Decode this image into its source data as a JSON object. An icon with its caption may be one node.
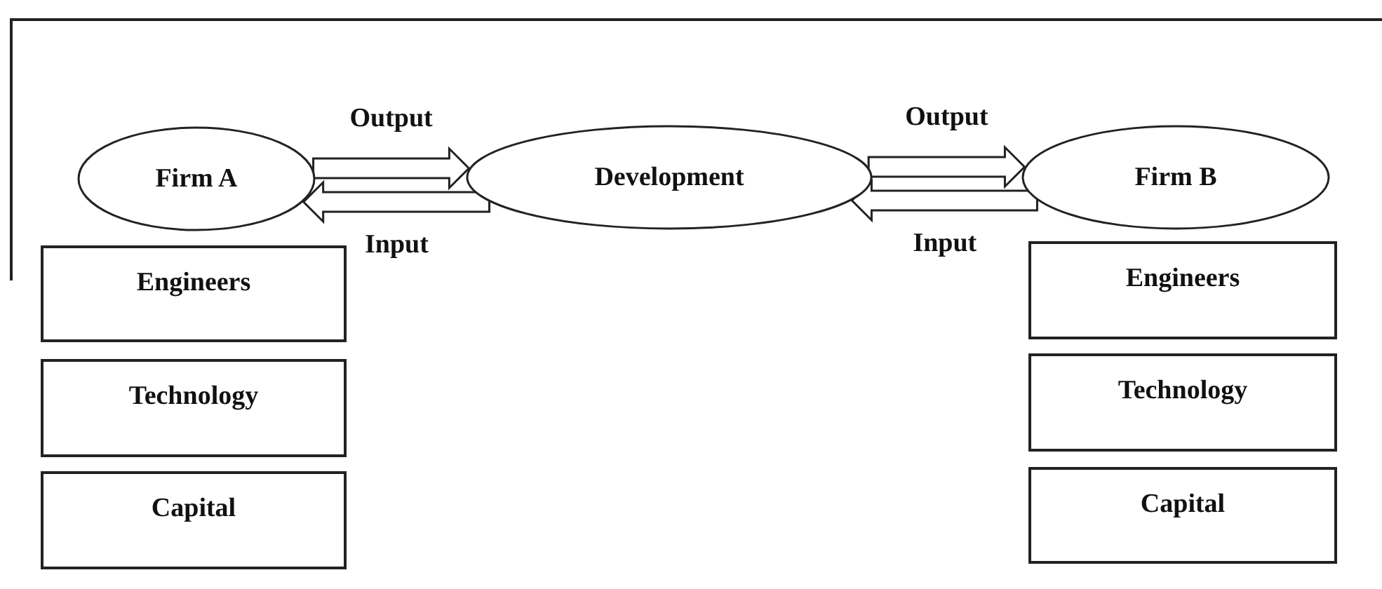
{
  "diagram": {
    "nodes": [
      {
        "text": [
          "Firm A"
        ]
      },
      {
        "text": [
          "Development"
        ]
      },
      {
        "text": [
          "Firm B"
        ]
      },
      {
        "text": [
          "Engineers"
        ]
      },
      {
        "text": [
          "Technology"
        ]
      },
      {
        "text": [
          "Capital"
        ]
      },
      {
        "text": [
          "Engineers"
        ]
      },
      {
        "text": [
          "Technology"
        ]
      },
      {
        "text": [
          "Capital"
        ]
      }
    ],
    "edges": [
      {
        "from": 0,
        "to": 1,
        "arrow": "to",
        "label": "Output"
      },
      {
        "from": 1,
        "to": 0,
        "arrow": "to",
        "label": "Input"
      },
      {
        "from": 1,
        "to": 2,
        "arrow": "to",
        "label": "Output"
      },
      {
        "from": 2,
        "to": 1,
        "arrow": "to",
        "label": "Input"
      }
    ]
  }
}
